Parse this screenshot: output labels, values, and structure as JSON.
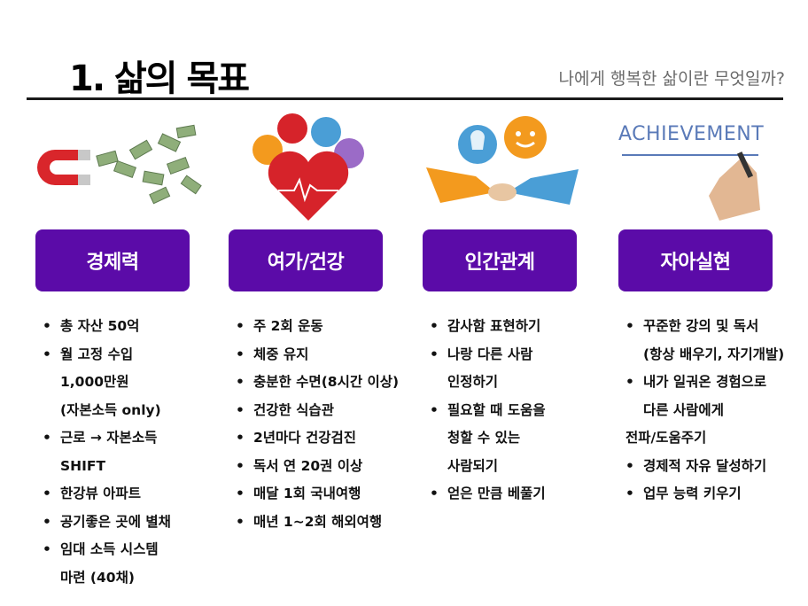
{
  "header": {
    "title": "1. 삶의 목표",
    "subtitle": "나에게 행복한 삶이란 무엇일까?"
  },
  "columns": [
    {
      "label": "경제력",
      "items": [
        {
          "text": "총 자산 50억",
          "type": "bullet"
        },
        {
          "text": "월 고정 수입",
          "type": "bullet"
        },
        {
          "text": "1,000만원",
          "type": "cont"
        },
        {
          "text": "(자본소득 only)",
          "type": "cont"
        },
        {
          "text": "근로 → 자본소득",
          "type": "bullet"
        },
        {
          "text": "SHIFT",
          "type": "cont"
        },
        {
          "text": "한강뷰 아파트",
          "type": "bullet"
        },
        {
          "text": "공기좋은 곳에 별채",
          "type": "bullet"
        },
        {
          "text": "임대 소득 시스템",
          "type": "bullet"
        },
        {
          "text": "마련 (40채)",
          "type": "cont"
        }
      ]
    },
    {
      "label": "여가/건강",
      "items": [
        {
          "text": "주 2회 운동",
          "type": "bullet"
        },
        {
          "text": "체중 유지",
          "type": "bullet"
        },
        {
          "text": "충분한 수면(8시간 이상)",
          "type": "bullet"
        },
        {
          "text": "건강한 식습관",
          "type": "bullet"
        },
        {
          "text": "2년마다 건강검진",
          "type": "bullet"
        },
        {
          "text": "독서 연 20권 이상",
          "type": "bullet"
        },
        {
          "text": "매달 1회 국내여행",
          "type": "bullet"
        },
        {
          "text": "매년 1~2회 해외여행",
          "type": "bullet"
        }
      ]
    },
    {
      "label": "인간관계",
      "items": [
        {
          "text": "감사함 표현하기",
          "type": "bullet"
        },
        {
          "text": "나랑 다른 사람",
          "type": "bullet"
        },
        {
          "text": "인정하기",
          "type": "cont"
        },
        {
          "text": "필요할 때 도움을",
          "type": "bullet"
        },
        {
          "text": "청할 수 있는",
          "type": "cont"
        },
        {
          "text": "사람되기",
          "type": "cont"
        },
        {
          "text": "얻은 만큼 베풀기",
          "type": "bullet"
        }
      ]
    },
    {
      "label": "자아실현",
      "items": [
        {
          "text": "꾸준한 강의 및 독서",
          "type": "bullet"
        },
        {
          "text": "(항상 배우기, 자기개발)",
          "type": "cont"
        },
        {
          "text": "내가 일궈온 경험으로",
          "type": "bullet"
        },
        {
          "text": "다른 사람에게",
          "type": "cont"
        },
        {
          "text": "전파/도움주기",
          "type": "flush"
        },
        {
          "text": "경제적 자유 달성하기",
          "type": "bullet"
        },
        {
          "text": "업무 능력 키우기",
          "type": "bullet"
        }
      ]
    }
  ],
  "illustrations": {
    "achievement_text": "ACHIEVEMENT"
  },
  "colors": {
    "pill": "#5b0ba8",
    "heart": "#d6232a",
    "accent_blue": "#4a9ed6",
    "accent_orange": "#f39a1e"
  }
}
